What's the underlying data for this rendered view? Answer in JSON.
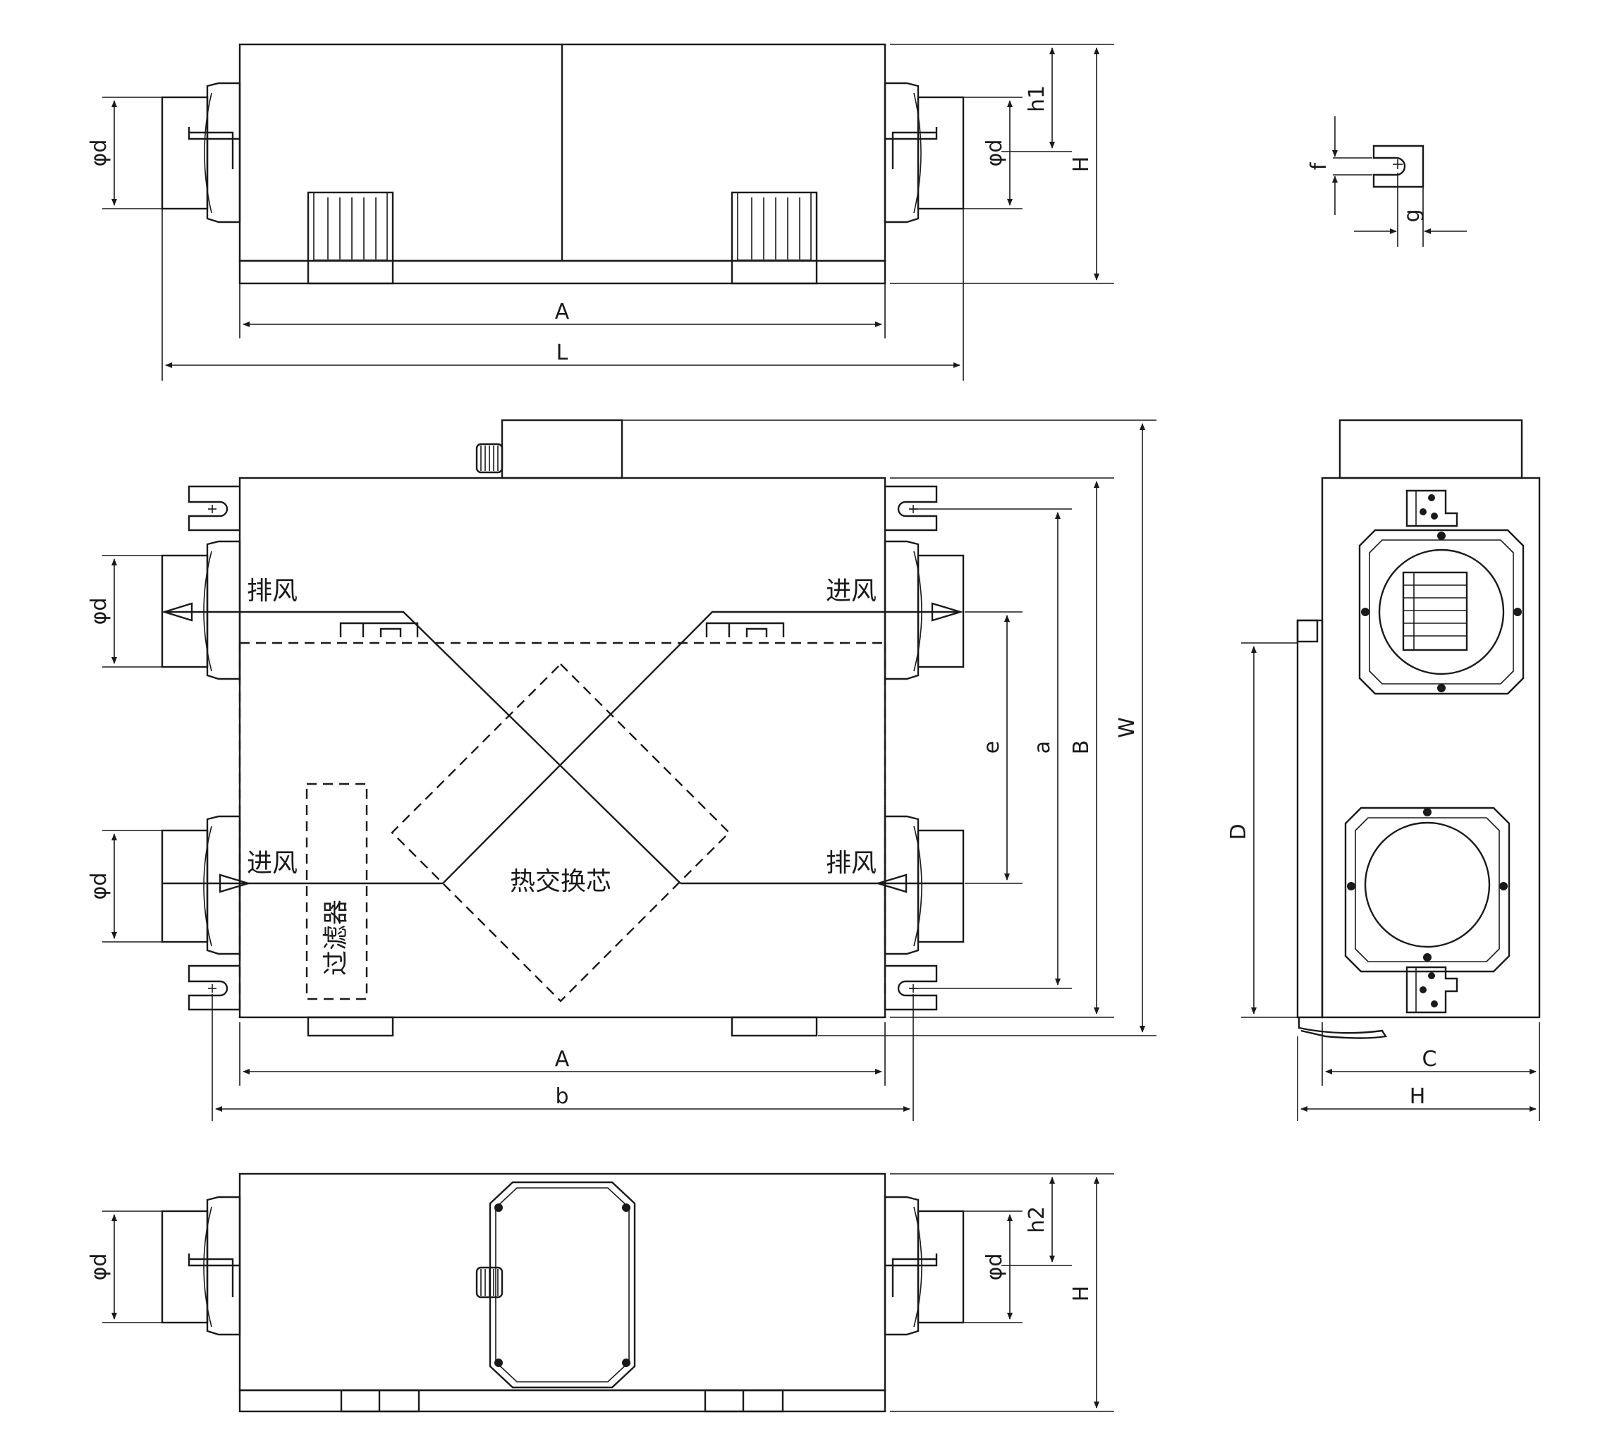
{
  "top_view": {
    "dim_A": "A",
    "dim_L": "L",
    "dim_d_left": "φd",
    "dim_d_right": "φd",
    "dim_h1": "h1",
    "dim_H": "H"
  },
  "detail": {
    "dim_f": "f",
    "dim_g": "g"
  },
  "plan_view": {
    "exhaust_top_left": "排风",
    "intake_top_right": "进风",
    "intake_bottom_left": "进风",
    "exhaust_bottom_right": "排风",
    "filter": "过滤器",
    "heat_exchanger": "热交换芯",
    "dim_d_upper": "φd",
    "dim_d_lower": "φd",
    "dim_e": "e",
    "dim_a": "a",
    "dim_B": "B",
    "dim_W": "W",
    "dim_A": "A",
    "dim_b": "b"
  },
  "side_view": {
    "dim_D": "D",
    "dim_C": "C",
    "dim_H": "H"
  },
  "bottom_view": {
    "dim_d_left": "φd",
    "dim_d_right": "φd",
    "dim_h2": "h2",
    "dim_H": "H"
  }
}
